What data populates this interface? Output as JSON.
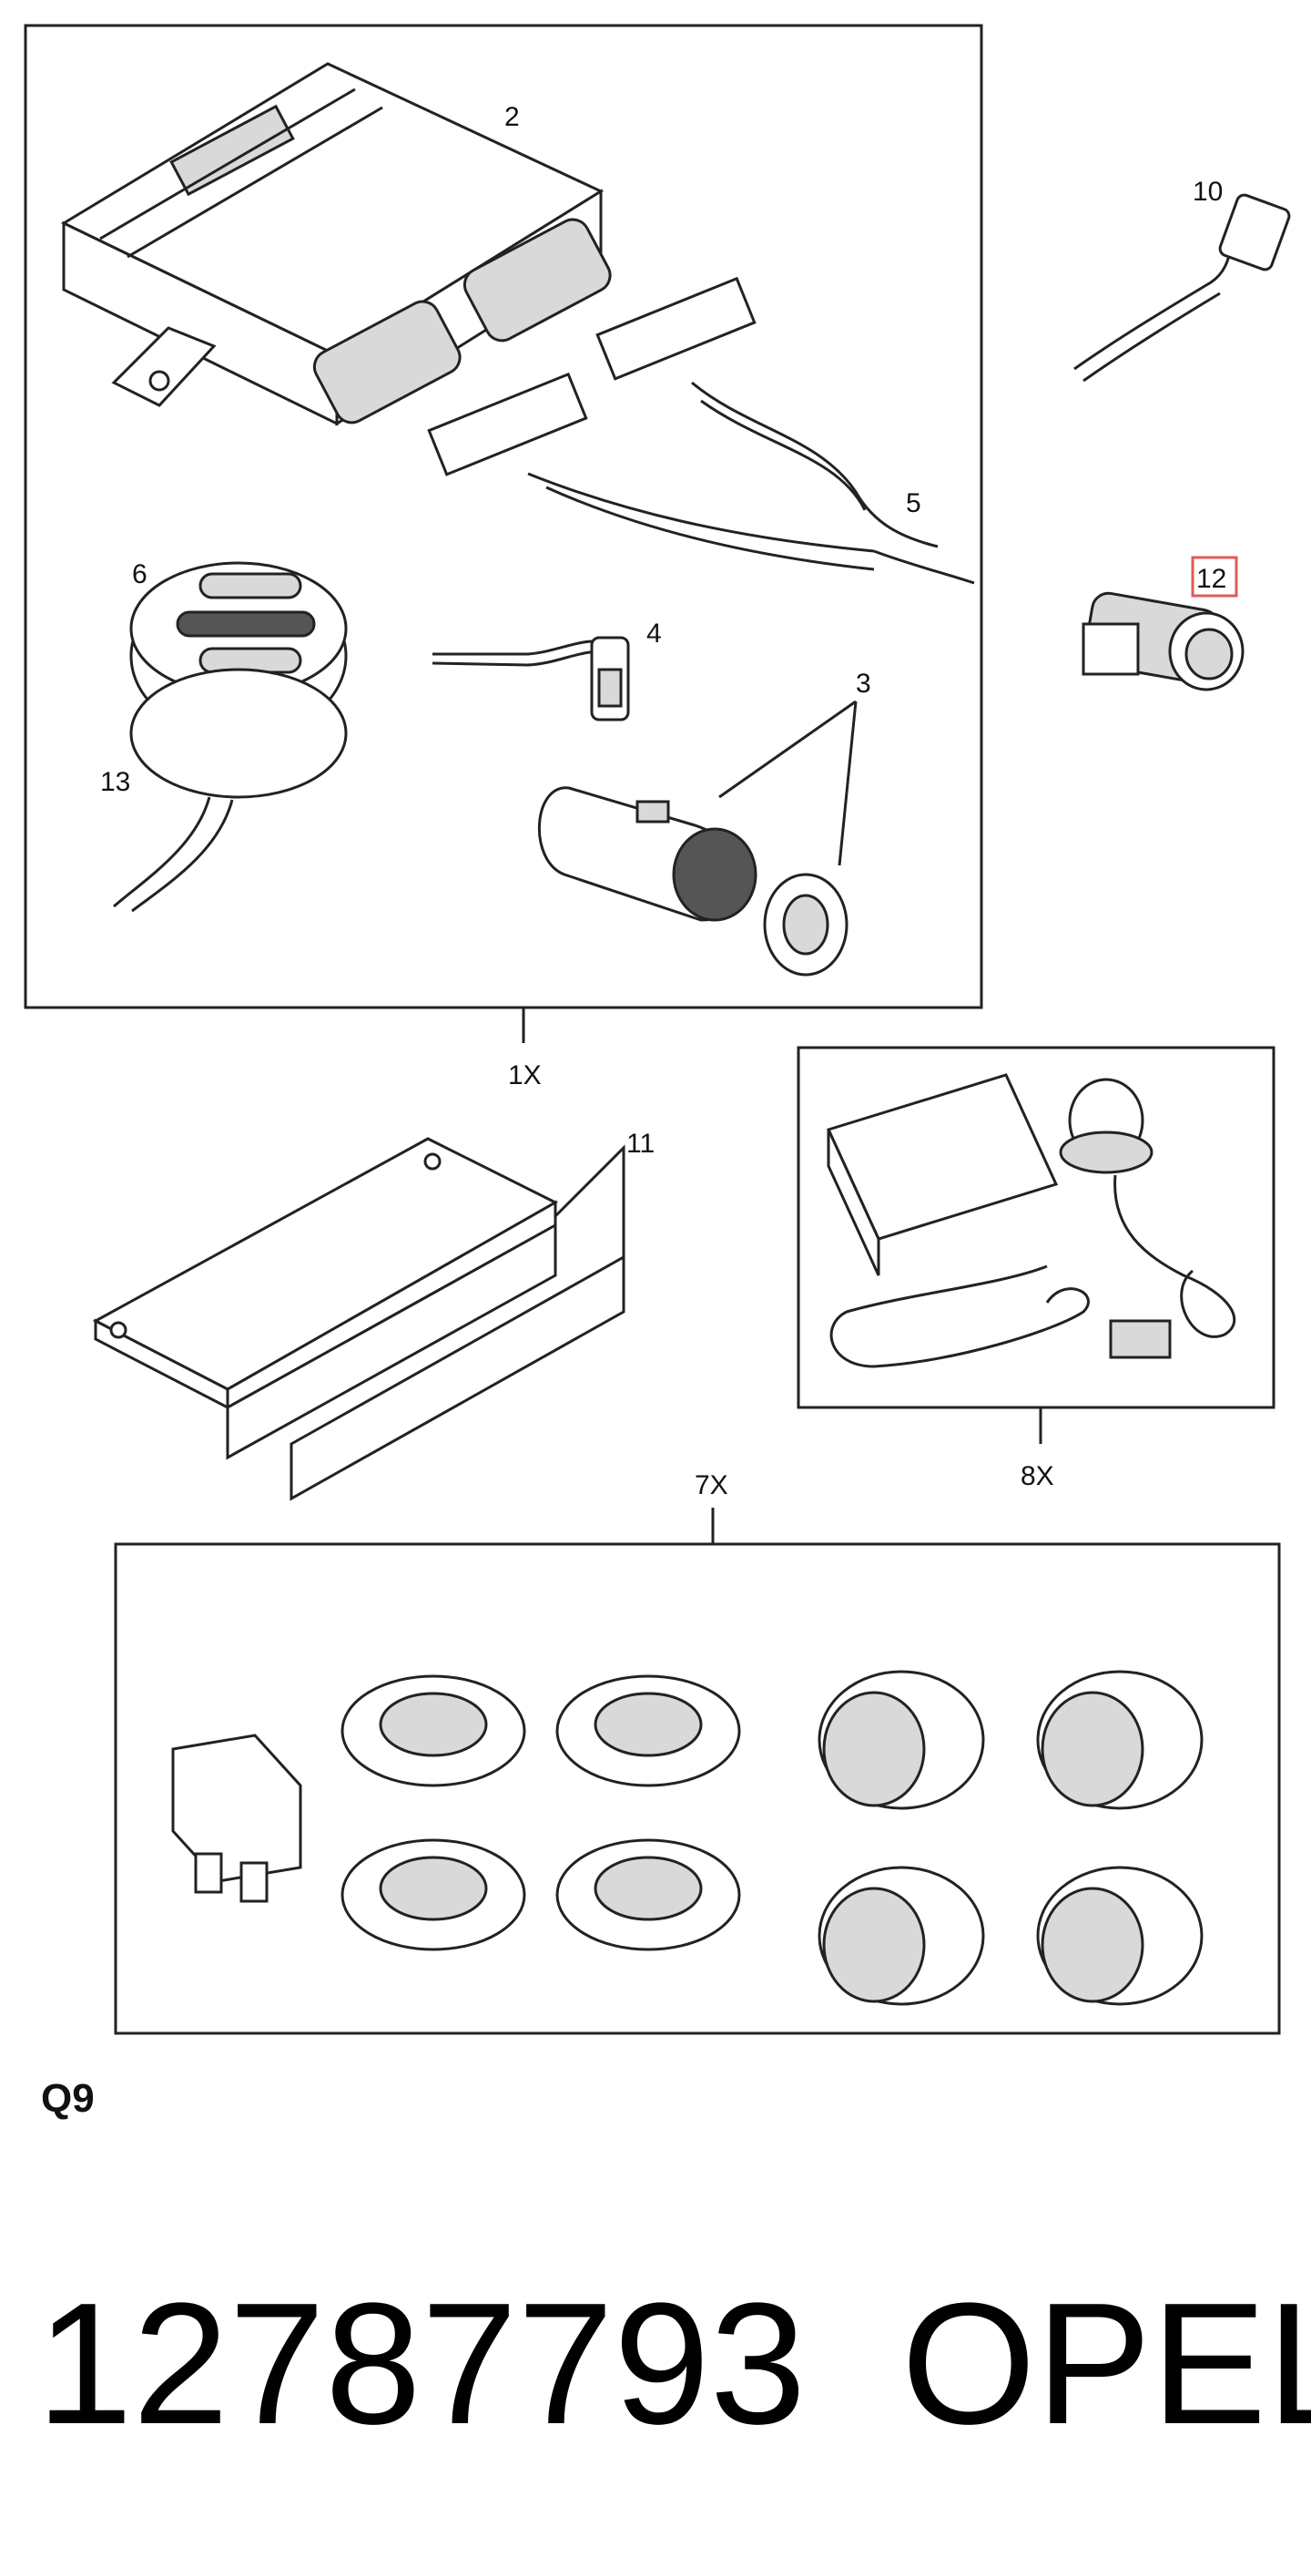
{
  "callouts": {
    "c1x": "1X",
    "c2": "2",
    "c3": "3",
    "c4": "4",
    "c5": "5",
    "c6": "6",
    "c7x": "7X",
    "c8x": "8X",
    "c10": "10",
    "c11": "11",
    "c12": "12",
    "c13": "13"
  },
  "highlight_color": "#e05a5a",
  "section_label": "Q9",
  "part_number": "12787793",
  "brand": "OPEL"
}
